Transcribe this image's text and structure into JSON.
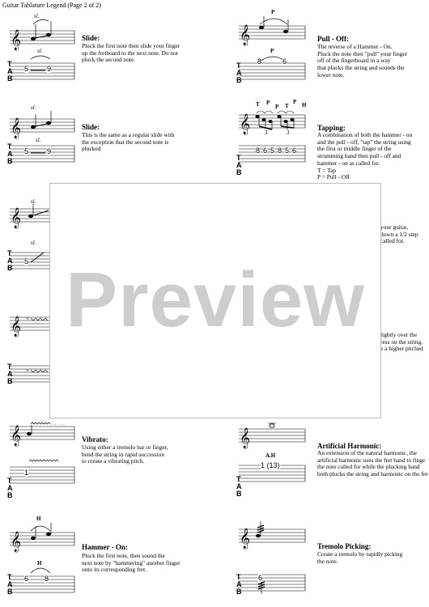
{
  "page_title": "Guitar Tablature Legend (Page 2 of 2)",
  "entries": {
    "slide1": {
      "term": "Slide:",
      "desc": [
        "Pluck the first note then slide your finger",
        "up the fretboard to the next note. Do not",
        "pluck the second note."
      ],
      "mark": "sl.",
      "frets": [
        "5",
        "9"
      ]
    },
    "slide2": {
      "term": "Slide:",
      "desc": [
        "This is the same as a regular slide with",
        "the exception that the second note is",
        "plucked"
      ],
      "mark": "sl.",
      "frets": [
        "5",
        "9"
      ]
    },
    "slide3": {
      "mark": "sl.",
      "frets": [
        "5"
      ]
    },
    "vibrato": {
      "term": "Vibrato:",
      "desc": [
        "Using either a tremolo bar or finger,",
        "bend the string in rapid succession",
        "to create a vibrating pitch."
      ],
      "frets": [
        "1"
      ]
    },
    "hammer": {
      "term": "Hammer - On:",
      "desc": [
        "Pluck the first note, then sound the",
        "next note by \"hammering\" another finger",
        "onto its corresponding fret."
      ],
      "mark": "H",
      "frets": [
        "6",
        "8"
      ]
    },
    "pulloff": {
      "term": "Pull - Off:",
      "desc": [
        "The reverse of a Hammer - On.",
        "Pluck the note then \"pull\" your finger",
        "off of the fingerboard in a way",
        "that plucks the string and sounds the",
        "lower note."
      ],
      "mark": "P",
      "frets": [
        "8",
        "6"
      ]
    },
    "tapping": {
      "term": "Tapping:",
      "desc": [
        "A combination of both the hammer - on",
        "and the pull - off, \"tap\" the string using",
        "the first or middle finger of the",
        "strumming hand then pull - off and",
        "hammer - on as called for.",
        "T = Tap",
        "P = Pull - Off"
      ],
      "marks": [
        "T",
        "P",
        "P",
        "T",
        "P",
        "H"
      ],
      "triplets": [
        "3",
        "3"
      ],
      "frets": [
        "8",
        "6",
        "5",
        "8",
        "5",
        "6"
      ]
    },
    "artharm": {
      "term": "Artificial Harmonic:",
      "desc": [
        "An extension of the natural harmonic, the",
        "artificial harmonic uses the fret hand to finge",
        "the note called for while the plucking hand",
        "both plucks the string and harmonic on the fret in parenthesis."
      ],
      "mark": "A.H",
      "frets": [
        "1 (13)"
      ]
    },
    "tremolo": {
      "term": "Tremolo Picking:",
      "desc": [
        "Create a tremolo by rapidly picking",
        "the note."
      ],
      "frets": [
        "6"
      ]
    }
  },
  "partial_right": [
    "your guitar,",
    "down a 1/2 step",
    "called for.",
    "lightly over the",
    "ress on the string.",
    "e a higher pitched"
  ],
  "tab_label": [
    "T",
    "A",
    "B"
  ],
  "overlay": {
    "text": "Preview"
  }
}
